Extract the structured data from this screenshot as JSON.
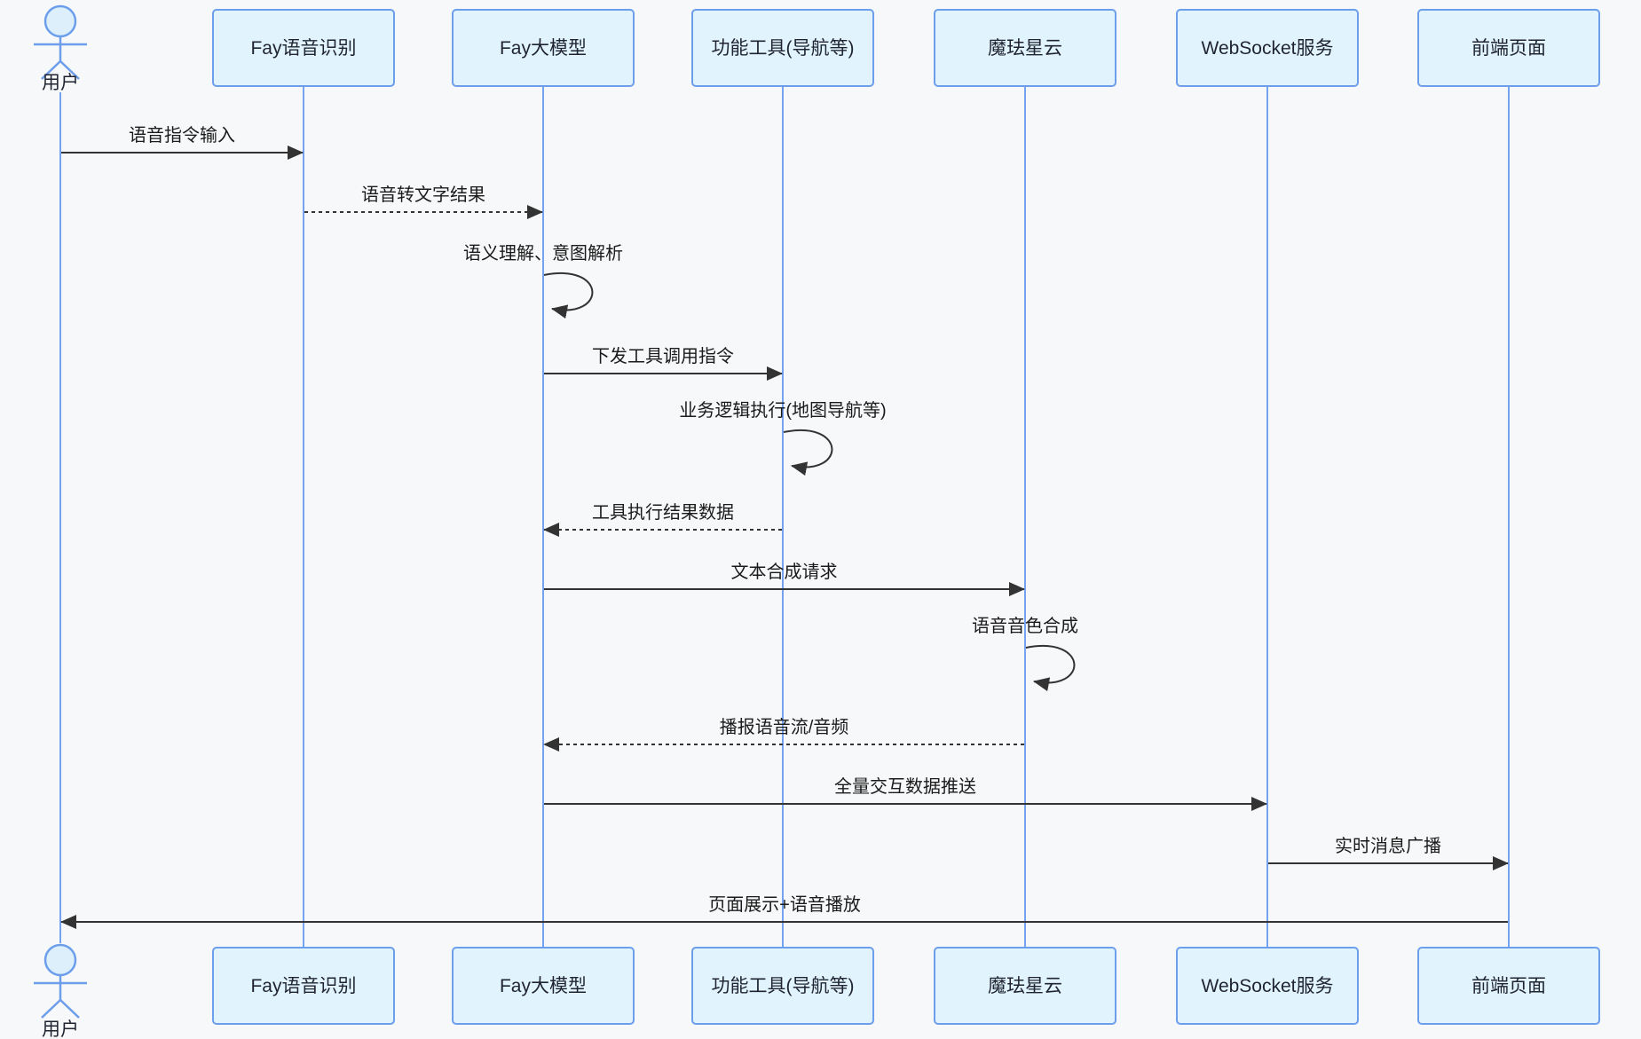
{
  "diagram": {
    "type": "sequence-diagram",
    "background": "#f7f8fa",
    "colors": {
      "participant_fill": "#e1f3fd",
      "participant_border": "#6d9eeb",
      "lifeline": "#74a3f2",
      "actor_line": "#6d9eeb",
      "actor_head_fill": "#ddeffb",
      "message_line": "#333333",
      "message_text": "#1b1b1b",
      "participant_text": "#1f2430"
    },
    "actor": {
      "name": "用户"
    },
    "participants": [
      {
        "label": "Fay语音识别"
      },
      {
        "label": "Fay大模型"
      },
      {
        "label": "功能工具(导航等)"
      },
      {
        "label": "魔珐星云"
      },
      {
        "label": "WebSocket服务"
      },
      {
        "label": "前端页面"
      }
    ],
    "messages": [
      {
        "from": "用户",
        "to": "Fay语音识别",
        "label": "语音指令输入",
        "line": "solid"
      },
      {
        "from": "Fay语音识别",
        "to": "Fay大模型",
        "label": "语音转文字结果",
        "line": "dashed"
      },
      {
        "from": "Fay大模型",
        "to": "Fay大模型",
        "label": "语义理解、意图解析",
        "line": "self"
      },
      {
        "from": "Fay大模型",
        "to": "功能工具(导航等)",
        "label": "下发工具调用指令",
        "line": "solid"
      },
      {
        "from": "功能工具(导航等)",
        "to": "功能工具(导航等)",
        "label": "业务逻辑执行(地图导航等)",
        "line": "self"
      },
      {
        "from": "功能工具(导航等)",
        "to": "Fay大模型",
        "label": "工具执行结果数据",
        "line": "dashed"
      },
      {
        "from": "Fay大模型",
        "to": "魔珐星云",
        "label": "文本合成请求",
        "line": "solid"
      },
      {
        "from": "魔珐星云",
        "to": "魔珐星云",
        "label": "语音音色合成",
        "line": "self"
      },
      {
        "from": "魔珐星云",
        "to": "Fay大模型",
        "label": "播报语音流/音频",
        "line": "dashed"
      },
      {
        "from": "Fay大模型",
        "to": "WebSocket服务",
        "label": "全量交互数据推送",
        "line": "solid"
      },
      {
        "from": "WebSocket服务",
        "to": "前端页面",
        "label": "实时消息广播",
        "line": "solid"
      },
      {
        "from": "前端页面",
        "to": "用户",
        "label": "页面展示+语音播放",
        "line": "solid"
      }
    ]
  }
}
